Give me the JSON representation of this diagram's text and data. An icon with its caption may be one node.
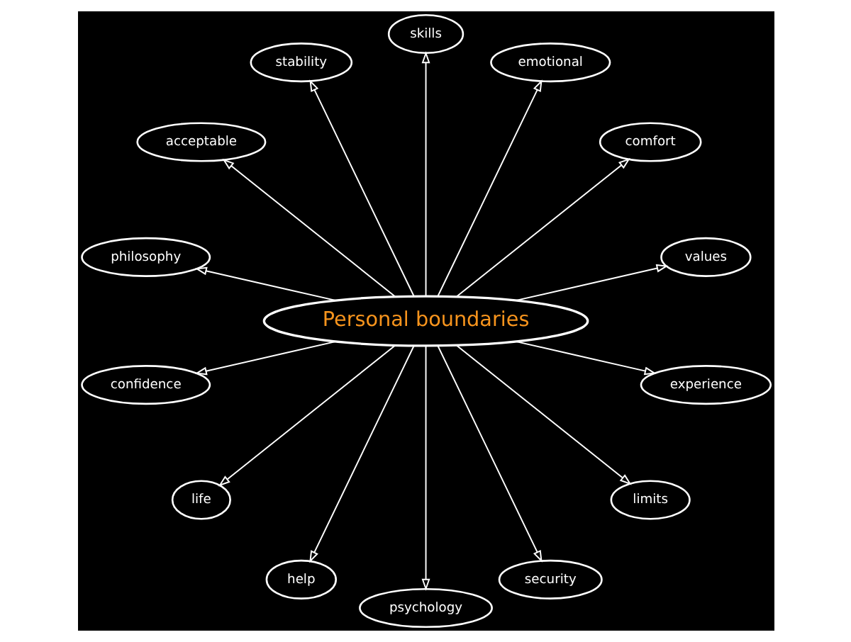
{
  "diagram": {
    "nodes": [
      {
        "text": [
          "Personal boundaries"
        ]
      },
      {
        "text": [
          "values"
        ]
      },
      {
        "text": [
          "comfort"
        ]
      },
      {
        "text": [
          "emotional"
        ]
      },
      {
        "text": [
          "skills"
        ]
      },
      {
        "text": [
          "stability"
        ]
      },
      {
        "text": [
          "acceptable"
        ]
      },
      {
        "text": [
          "philosophy"
        ]
      },
      {
        "text": [
          "confidence"
        ]
      },
      {
        "text": [
          "life"
        ]
      },
      {
        "text": [
          "help"
        ]
      },
      {
        "text": [
          "psychology"
        ]
      },
      {
        "text": [
          "security"
        ]
      },
      {
        "text": [
          "limits"
        ]
      },
      {
        "text": [
          "experience"
        ]
      }
    ],
    "edges": [
      {
        "from": 0,
        "to": 1,
        "arrow": "to"
      },
      {
        "from": 0,
        "to": 2,
        "arrow": "to"
      },
      {
        "from": 0,
        "to": 3,
        "arrow": "to"
      },
      {
        "from": 0,
        "to": 4,
        "arrow": "to"
      },
      {
        "from": 0,
        "to": 5,
        "arrow": "to"
      },
      {
        "from": 0,
        "to": 6,
        "arrow": "to"
      },
      {
        "from": 0,
        "to": 7,
        "arrow": "to"
      },
      {
        "from": 0,
        "to": 8,
        "arrow": "to"
      },
      {
        "from": 0,
        "to": 9,
        "arrow": "to"
      },
      {
        "from": 0,
        "to": 10,
        "arrow": "to"
      },
      {
        "from": 0,
        "to": 11,
        "arrow": "to"
      },
      {
        "from": 0,
        "to": 12,
        "arrow": "to"
      },
      {
        "from": 0,
        "to": 13,
        "arrow": "to"
      },
      {
        "from": 0,
        "to": 14,
        "arrow": "to"
      }
    ]
  }
}
